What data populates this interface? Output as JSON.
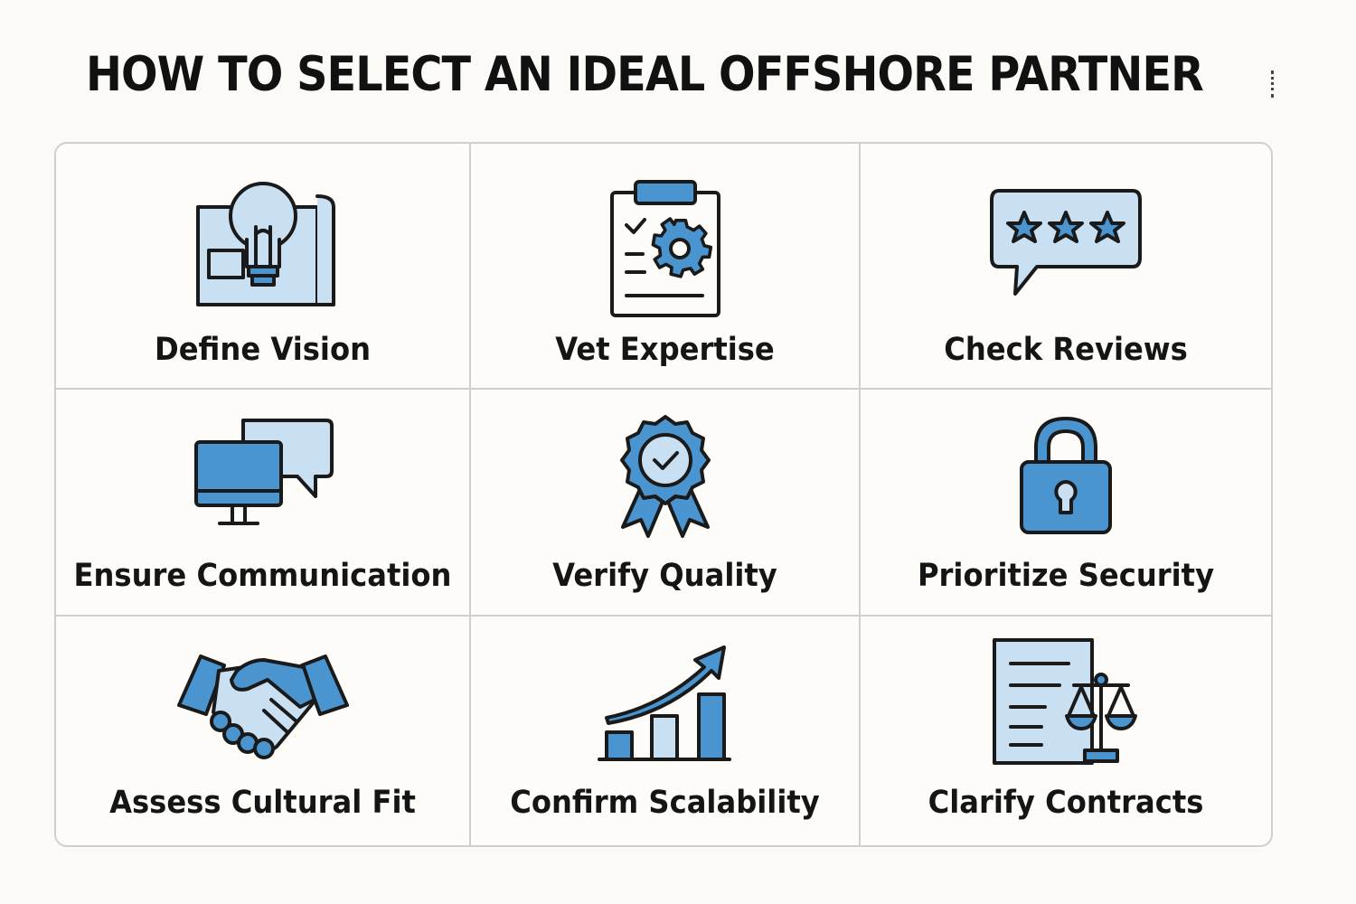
{
  "title": "HOW TO SELECT AN IDEAL OFFSHORE PARTNER",
  "colors": {
    "light_blue": "#c9e0f2",
    "mid_blue": "#4a95cf",
    "outline": "#1a1a1a",
    "background": "#fbfaf6",
    "grid_line": "#cfcfcb"
  },
  "steps": [
    {
      "label": "Define Vision",
      "icon": "lightbulb-blueprint-icon"
    },
    {
      "label": "Vet Expertise",
      "icon": "clipboard-gear-icon"
    },
    {
      "label": "Check Reviews",
      "icon": "star-rating-bubble-icon"
    },
    {
      "label": "Ensure Communication",
      "icon": "monitor-chat-icon"
    },
    {
      "label": "Verify Quality",
      "icon": "quality-badge-icon"
    },
    {
      "label": "Prioritize Security",
      "icon": "padlock-icon"
    },
    {
      "label": "Assess Cultural Fit",
      "icon": "handshake-icon"
    },
    {
      "label": "Confirm Scalability",
      "icon": "growth-chart-icon"
    },
    {
      "label": "Clarify Contracts",
      "icon": "contract-scales-icon"
    }
  ]
}
